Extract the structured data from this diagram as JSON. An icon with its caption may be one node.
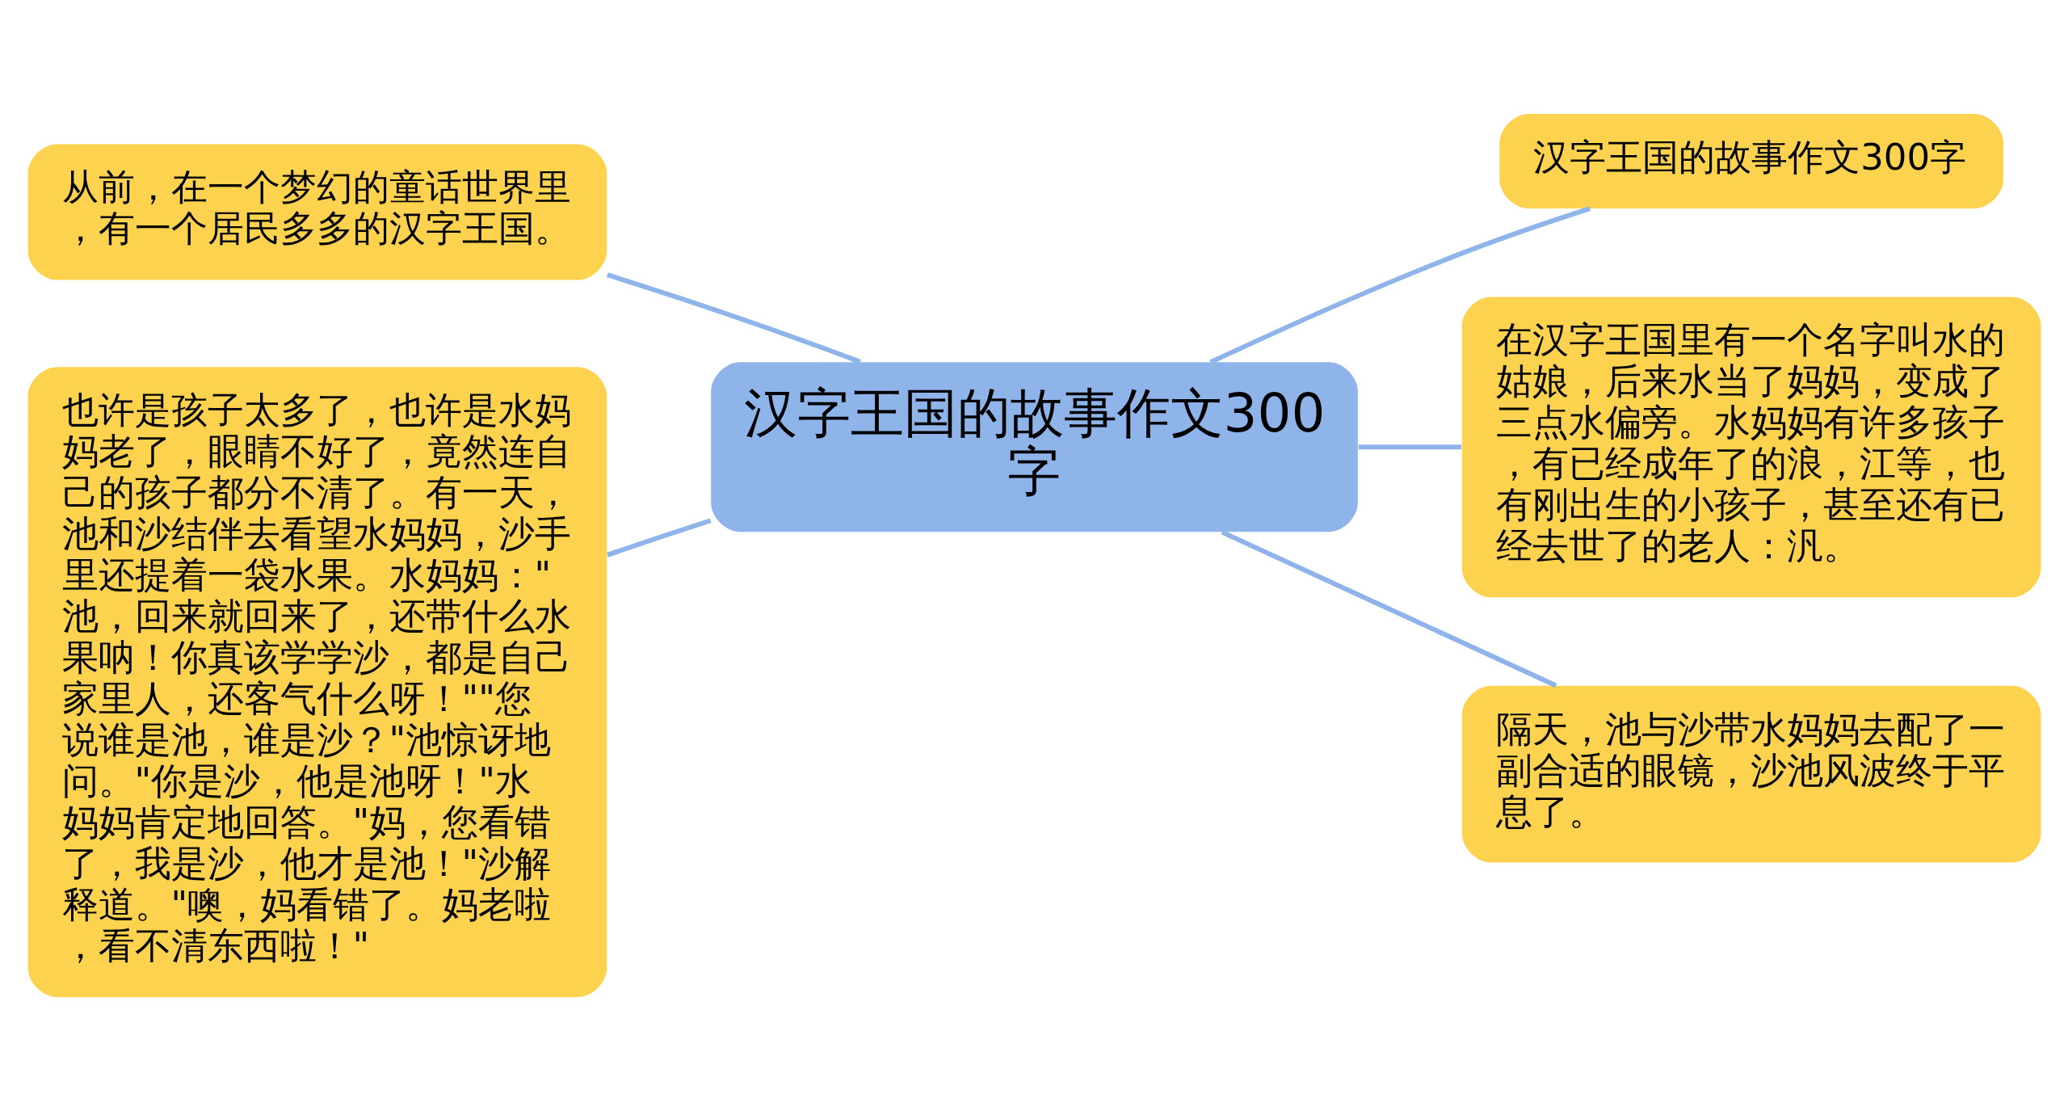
{
  "diagram": {
    "nodes": [
      {
        "text": [
          "汉字王国的故事作文300字"
        ]
      },
      {
        "text": [
          "从前，在一个梦幻的童话世界里，有一个居民多多的汉字王国。"
        ]
      },
      {
        "text": [
          "也许是孩子太多了，也许是水妈妈老了，眼睛不好了，竟然连自己的孩子都分不清了。有一天，池和沙结伴去看望水妈妈，沙手里还提着一袋水果。水妈妈：\"池，回来就回来了，还带什么水果呐！你真该学学沙，都是自己家里人，还客气什么呀！\"\"您说谁是池，谁是沙？\"池惊讶地问。\"你是沙，他是池呀！\"水妈妈肯定地回答。\"妈，您看错了，我是沙，他才是池！\"沙解释道。\"噢，妈看错了。妈老啦，看不清东西啦！\""
        ]
      },
      {
        "text": [
          "汉字王国的故事作文300字"
        ]
      },
      {
        "text": [
          "在汉字王国里有一个名字叫水的姑娘，后来水当了妈妈，变成了三点水偏旁。水妈妈有许多孩子，有已经成年了的浪，江等，也有刚出生的小孩子，甚至还有已经去世了的老人：汎。"
        ]
      },
      {
        "text": [
          "隔天，池与沙带水妈妈去配了一副合适的眼镜，沙池风波终于平息了。"
        ]
      }
    ],
    "edges": [
      {
        "from": 0,
        "to": 1,
        "arrow": "none"
      },
      {
        "from": 0,
        "to": 2,
        "arrow": "none"
      },
      {
        "from": 0,
        "to": 3,
        "arrow": "none"
      },
      {
        "from": 0,
        "to": 4,
        "arrow": "none"
      },
      {
        "from": 0,
        "to": 5,
        "arrow": "none"
      }
    ]
  }
}
